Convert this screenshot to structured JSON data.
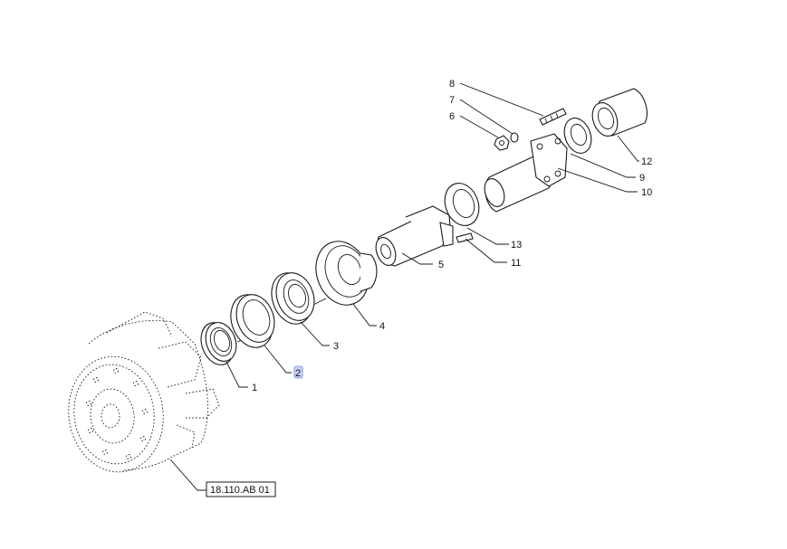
{
  "diagram": {
    "reference_box": "18.110.AB 01",
    "highlighted_label": "2",
    "labels": {
      "p1": "1",
      "p2": "2",
      "p3": "3",
      "p4": "4",
      "p5": "5",
      "p6": "6",
      "p7": "7",
      "p8": "8",
      "p9": "9",
      "p10": "10",
      "p11": "11",
      "p12": "12",
      "p13": "13"
    },
    "colors": {
      "highlight": "#c9d4f7",
      "line": "#1a1a1a"
    }
  }
}
